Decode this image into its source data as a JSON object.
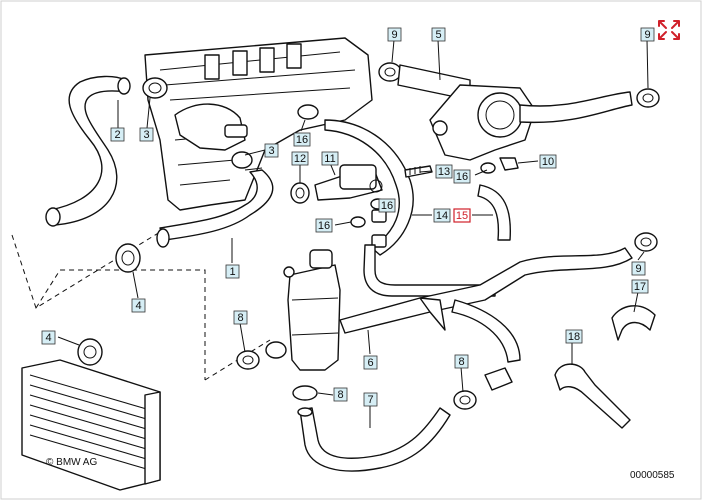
{
  "copyright": "© BMW AG",
  "diagram_id": "00000585",
  "highlighted_part": "15",
  "colors": {
    "callout_fill": "#d6eef5",
    "highlight": "#d0202a",
    "line": "#111111"
  },
  "expand_icon": "expand-arrows-icon",
  "callouts": [
    {
      "label": "2"
    },
    {
      "label": "3"
    },
    {
      "label": "3"
    },
    {
      "label": "9"
    },
    {
      "label": "5"
    },
    {
      "label": "9"
    },
    {
      "label": "16"
    },
    {
      "label": "12"
    },
    {
      "label": "11"
    },
    {
      "label": "13"
    },
    {
      "label": "16"
    },
    {
      "label": "10"
    },
    {
      "label": "16"
    },
    {
      "label": "16"
    },
    {
      "label": "14"
    },
    {
      "label": "15"
    },
    {
      "label": "1"
    },
    {
      "label": "4"
    },
    {
      "label": "9"
    },
    {
      "label": "17"
    },
    {
      "label": "4"
    },
    {
      "label": "8"
    },
    {
      "label": "6"
    },
    {
      "label": "18"
    },
    {
      "label": "8"
    },
    {
      "label": "8"
    },
    {
      "label": "7"
    }
  ]
}
